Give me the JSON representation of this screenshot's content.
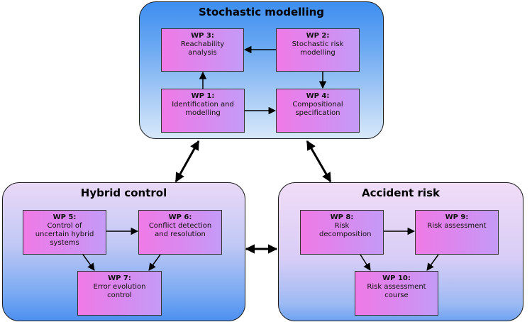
{
  "groups": {
    "stochastic": {
      "title": "Stochastic modelling"
    },
    "hybrid": {
      "title": "Hybrid control"
    },
    "accident": {
      "title": "Accident risk"
    }
  },
  "boxes": {
    "wp1": {
      "label": "WP 1:",
      "desc": "Identification and modelling"
    },
    "wp2": {
      "label": "WP 2:",
      "desc": "Stochastic risk modelling"
    },
    "wp3": {
      "label": "WP 3:",
      "desc": "Reachability analysis"
    },
    "wp4": {
      "label": "WP 4:",
      "desc": "Compositional specification"
    },
    "wp5": {
      "label": "WP 5:",
      "desc": "Control of uncertain hybrid systems"
    },
    "wp6": {
      "label": "WP 6:",
      "desc": "Conflict detection and resolution"
    },
    "wp7": {
      "label": "WP 7:",
      "desc": "Error evolution control"
    },
    "wp8": {
      "label": "WP 8:",
      "desc": "Risk decomposition"
    },
    "wp9": {
      "label": "WP 9:",
      "desc": "Risk assessment"
    },
    "wp10": {
      "label": "WP 10:",
      "desc": "Risk assessment course"
    }
  },
  "colors": {
    "box_gradient": [
      "#f07ae6",
      "#c49bf7"
    ],
    "group_blue": "#3d8ef0",
    "group_light": "#ead8f6",
    "arrow": "#000000"
  }
}
